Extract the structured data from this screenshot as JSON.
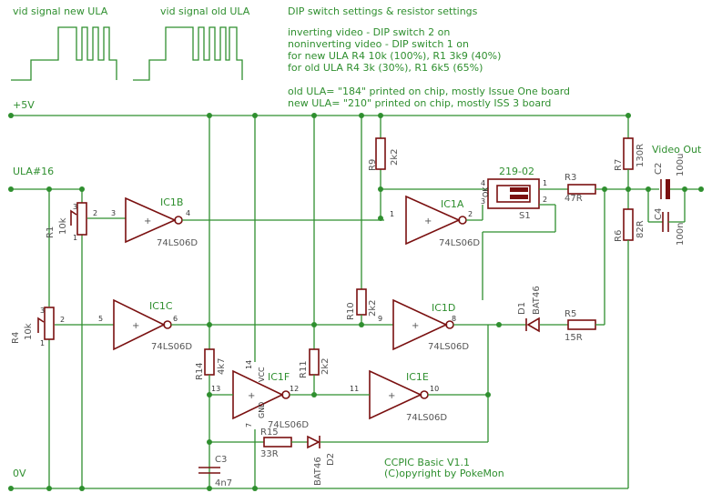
{
  "waveforms": {
    "new_ula": "vid signal new ULA",
    "old_ula": "vid signal old ULA"
  },
  "notes": {
    "title": "DIP switch settings & resistor settings",
    "lines": [
      "inverting video - DIP switch 2 on",
      "noninverting video - DIP switch 1 on",
      "for new ULA R4 10k (100%), R1 3k9 (40%)",
      "for old ULA R4 3k (30%), R1 6k5 (65%)"
    ],
    "chip_lines": [
      "old ULA= \"184\" printed on chip, mostly Issue One board",
      "new ULA= \"210\" printed on chip, mostly ISS 3 board"
    ],
    "footer": [
      "CCPIC Basic V1.1",
      "(C)opyright by PokeMon"
    ]
  },
  "nets": {
    "vcc": "+5V",
    "ula": "ULA#16",
    "gnd": "0V",
    "out": "Video Out"
  },
  "gates": {
    "ic1b": {
      "name": "IC1B",
      "type": "74LS06D",
      "pin_in": "3",
      "pin_out": "4"
    },
    "ic1a": {
      "name": "IC1A",
      "type": "74LS06D",
      "pin_in": "1",
      "pin_out": "2"
    },
    "ic1c": {
      "name": "IC1C",
      "type": "74LS06D",
      "pin_in": "5",
      "pin_out": "6"
    },
    "ic1d": {
      "name": "IC1D",
      "type": "74LS06D",
      "pin_in": "9",
      "pin_out": "8"
    },
    "ic1e": {
      "name": "IC1E",
      "type": "74LS06D",
      "pin_in": "11",
      "pin_out": "10"
    },
    "ic1f": {
      "name": "IC1F",
      "type": "74LS06D",
      "pin_in": "13",
      "pin_out": "12",
      "vcc": "VCC",
      "gnd": "GND",
      "pin_vcc": "14",
      "pin_gnd": "7"
    }
  },
  "resistors": {
    "r1": {
      "name": "R1",
      "value": "10k"
    },
    "r4": {
      "name": "R4",
      "value": "10k"
    },
    "r9": {
      "name": "R9",
      "value": "2k2"
    },
    "r10": {
      "name": "R10",
      "value": "2k2"
    },
    "r11": {
      "name": "R11",
      "value": "2k2"
    },
    "r14": {
      "name": "R14",
      "value": "4k7"
    },
    "r15": {
      "name": "R15",
      "value": "33R"
    },
    "r3": {
      "name": "R3",
      "value": "47R"
    },
    "r5": {
      "name": "R5",
      "value": "15R"
    },
    "r7": {
      "name": "R7",
      "value": "130R"
    },
    "r6": {
      "name": "R6",
      "value": "82R"
    }
  },
  "pot_pins": {
    "p1": "1",
    "p2": "2",
    "p3": "3"
  },
  "capacitors": {
    "c2": {
      "name": "C2",
      "value": "100u"
    },
    "c4": {
      "name": "C4",
      "value": "100n"
    },
    "c3": {
      "name": "C3",
      "value": "4n7"
    }
  },
  "diodes": {
    "d1": {
      "name": "D1",
      "value": "BAT46"
    },
    "d2": {
      "name": "D2",
      "value": "BAT46"
    }
  },
  "switch": {
    "name": "S1",
    "part": "219-02",
    "ok": "OK",
    "pins": [
      "1",
      "2",
      "3",
      "4"
    ]
  }
}
